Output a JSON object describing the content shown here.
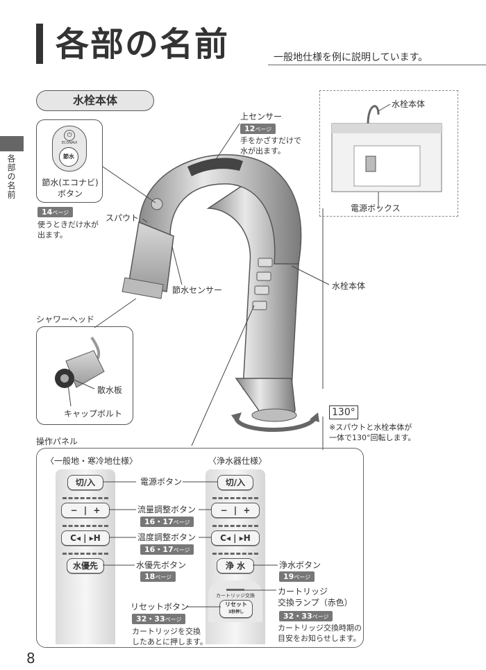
{
  "header": {
    "title": "各部の名前",
    "subtitle": "一般地仕様を例に説明しています。",
    "side_tab": "各部の名前"
  },
  "section": {
    "label": "水栓本体"
  },
  "callouts": {
    "eco_button_logo": "ECONAVI",
    "eco_button_face": "節水",
    "eco_button": "節水(エコナビ)\nボタン",
    "eco_page": "14",
    "eco_note": "使うときだけ水が\n出ます。",
    "top_sensor": "上センサー",
    "top_sensor_page": "12",
    "top_sensor_note": "手をかざすだけで\n水が出ます。",
    "spout": "スパウト",
    "water_save_sensor": "節水センサー",
    "faucet_body": "水栓本体",
    "shower_head": "シャワーヘッド",
    "spray_plate": "散水板",
    "cap_bolt": "キャップボルト",
    "rotation": "130°",
    "rotation_note": "※スパウトと水栓本体が\n一体で130°回転します。",
    "inset_faucet": "水栓本体",
    "inset_power_box": "電源ボックス",
    "operation_panel": "操作パネル",
    "page_unit": "ページ"
  },
  "panel": {
    "left_heading": "〈一般地・寒冷地仕様〉",
    "right_heading": "〈浄水器仕様〉",
    "power_btn": "切/入",
    "minus": "−",
    "plus": "+",
    "temp_btn": "C◂ | ▸H",
    "water_priority_btn": "水優先",
    "purify_btn": "浄 水",
    "cart_label": "カートリッジ交換",
    "reset_btn": "リセット",
    "reset_sub": "3秒押し",
    "power_label": "電源ボタン",
    "flow_label": "流量調整ボタン",
    "flow_page": "16・17",
    "temp_label": "温度調整ボタン",
    "temp_page": "16・17",
    "priority_label": "水優先ボタン",
    "priority_page": "18",
    "purify_label": "浄水ボタン",
    "purify_page": "19",
    "reset_label": "リセットボタン",
    "reset_page": "32・33",
    "reset_note": "カートリッジを交換\nしたあとに押します。",
    "cart_lamp_label": "カートリッジ\n交換ランプ（赤色）",
    "cart_page": "32・33",
    "cart_note": "カートリッジ交換時期の\n目安をお知らせします。"
  },
  "footer": {
    "page_number": "8"
  }
}
